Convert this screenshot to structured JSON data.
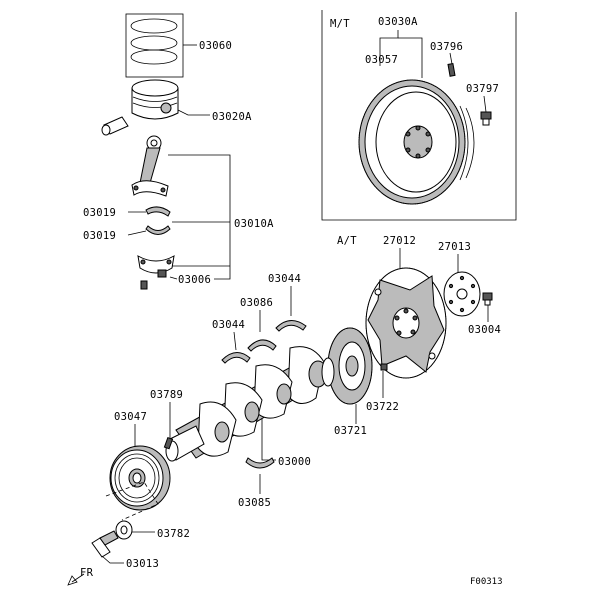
{
  "diagram": {
    "sections": {
      "mt": "M/T",
      "at": "A/T"
    },
    "figure_id": "F00313",
    "direction": "FR",
    "parts": {
      "p03060": "03060",
      "p03020A": "03020A",
      "p03019a": "03019",
      "p03019b": "03019",
      "p03010A": "03010A",
      "p03006": "03006",
      "p03030A": "03030A",
      "p03057": "03057",
      "p03796": "03796",
      "p03797": "03797",
      "p27012": "27012",
      "p27013": "27013",
      "p03004": "03004",
      "p03044a": "03044",
      "p03086": "03086",
      "p03044b": "03044",
      "p03722": "03722",
      "p03721": "03721",
      "p03789": "03789",
      "p03047": "03047",
      "p03000": "03000",
      "p03085": "03085",
      "p03782": "03782",
      "p03013": "03013"
    }
  }
}
